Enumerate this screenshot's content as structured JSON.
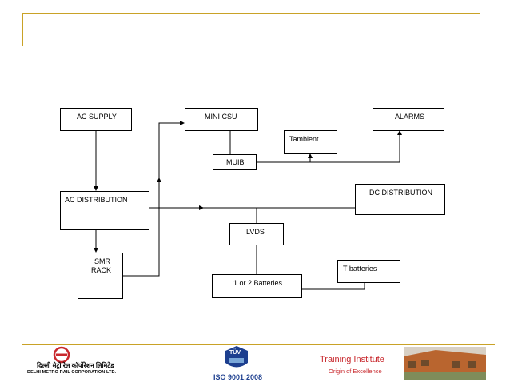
{
  "diagram": {
    "nodes": {
      "ac_supply": "AC SUPPLY",
      "mini_csu": "MINI CSU",
      "alarms": "ALARMS",
      "tambient": "Tambient",
      "muib": "MUIB",
      "ac_distribution": "AC DISTRIBUTION",
      "dc_distribution": "DC DISTRIBUTION",
      "lvds": "LVDS",
      "smr_rack_line1": "SMR",
      "smr_rack_line2": "RACK",
      "t_batteries": "T batteries",
      "batteries": "1 or 2 Batteries"
    }
  },
  "footer": {
    "dmrc_hindi": "दिल्ली मेट्रो रेल कॉर्पोरेशन लिमिटेड",
    "dmrc_english": "DELHI METRO RAIL CORPORATION LTD.",
    "iso": "ISO 9001:2008",
    "tuv": "TÜV",
    "training_title": "Training Institute",
    "training_sub": "Origin of Excellence"
  },
  "colors": {
    "accent_line": "#c9a227",
    "dmrc_red": "#c8282d",
    "iso_blue": "#1d3f8f"
  }
}
